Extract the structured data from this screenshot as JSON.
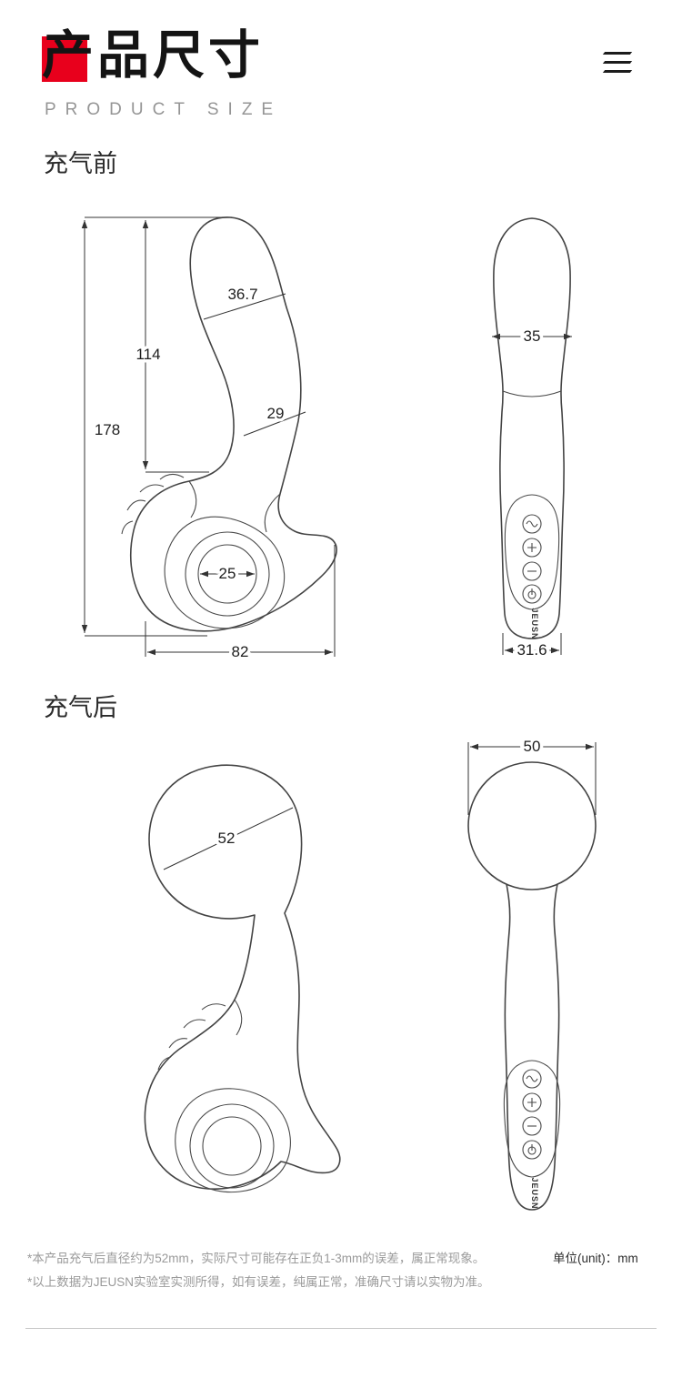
{
  "header": {
    "title": "产品尺寸",
    "subtitle": "PRODUCT SIZE"
  },
  "sections": {
    "before_label": "充气前",
    "after_label": "充气后"
  },
  "brand": "JEUSN",
  "dims": {
    "before_side": {
      "total_height": "178",
      "upper_height": "114",
      "head_width": "36.7",
      "shaft_width": "29",
      "ring_diameter": "25",
      "base_width": "82"
    },
    "before_front": {
      "head_width": "35",
      "bottom_width": "31.6"
    },
    "after_side": {
      "head_width": "52"
    },
    "after_front": {
      "head_width": "50"
    }
  },
  "footer": {
    "note1": "*本产品充气后直径约为52mm，实际尺寸可能存在正负1-3mm的误差，属正常现象。",
    "note2": "*以上数据为JEUSN实验室实测所得，如有误差，纯属正常，准确尺寸请以实物为准。",
    "unit": "单位(unit)：mm"
  },
  "colors": {
    "accent": "#e8001c",
    "line": "#444444"
  }
}
